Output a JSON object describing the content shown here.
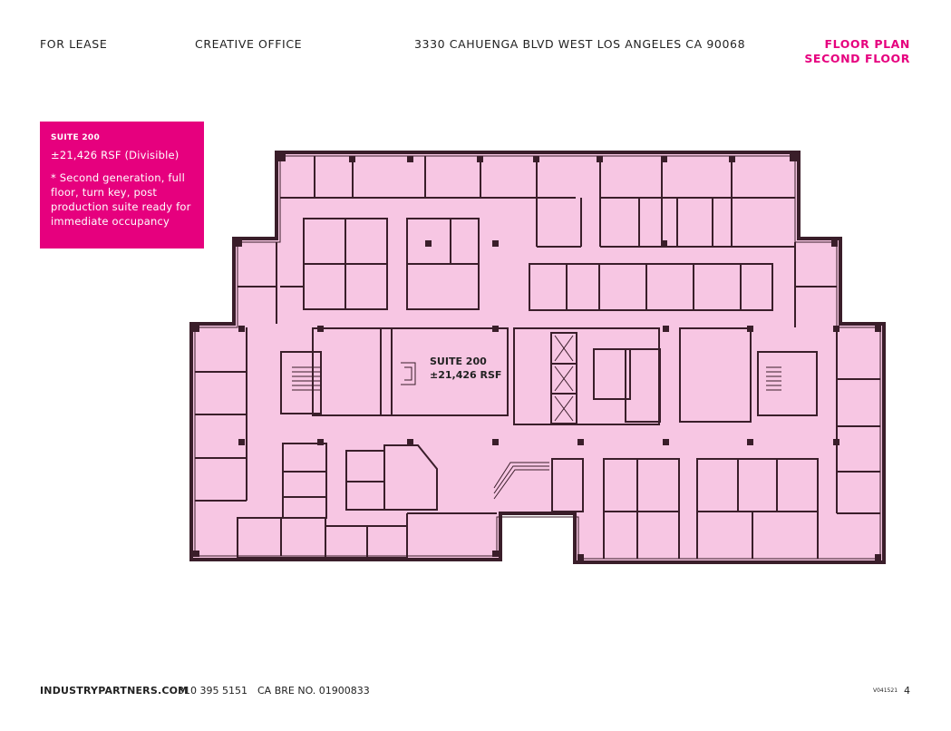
{
  "header": {
    "for_lease": "FOR LEASE",
    "type": "CREATIVE OFFICE",
    "address": "3330 CAHUENGA BLVD WEST LOS ANGELES  CA  90068",
    "plan_title": "FLOOR PLAN",
    "plan_subtitle": "SECOND FLOOR"
  },
  "suite_box": {
    "label": "SUITE 200",
    "rsf": "±21,426 RSF (Divisible)",
    "note": "* Second generation, full floor, turn key, post production suite ready for immediate occupancy"
  },
  "floor_plan": {
    "label_line1": "SUITE 200",
    "label_line2": "±21,426 RSF",
    "fill_color": "#f7c6e3",
    "wall_color": "#3a1e2a"
  },
  "footer": {
    "website": "INDUSTRYPARTNERS.COM",
    "phone": "310 395 5151",
    "license": "CA BRE NO. 01900833",
    "version": "V041521",
    "page": "4"
  },
  "colors": {
    "accent": "#e6007e"
  }
}
